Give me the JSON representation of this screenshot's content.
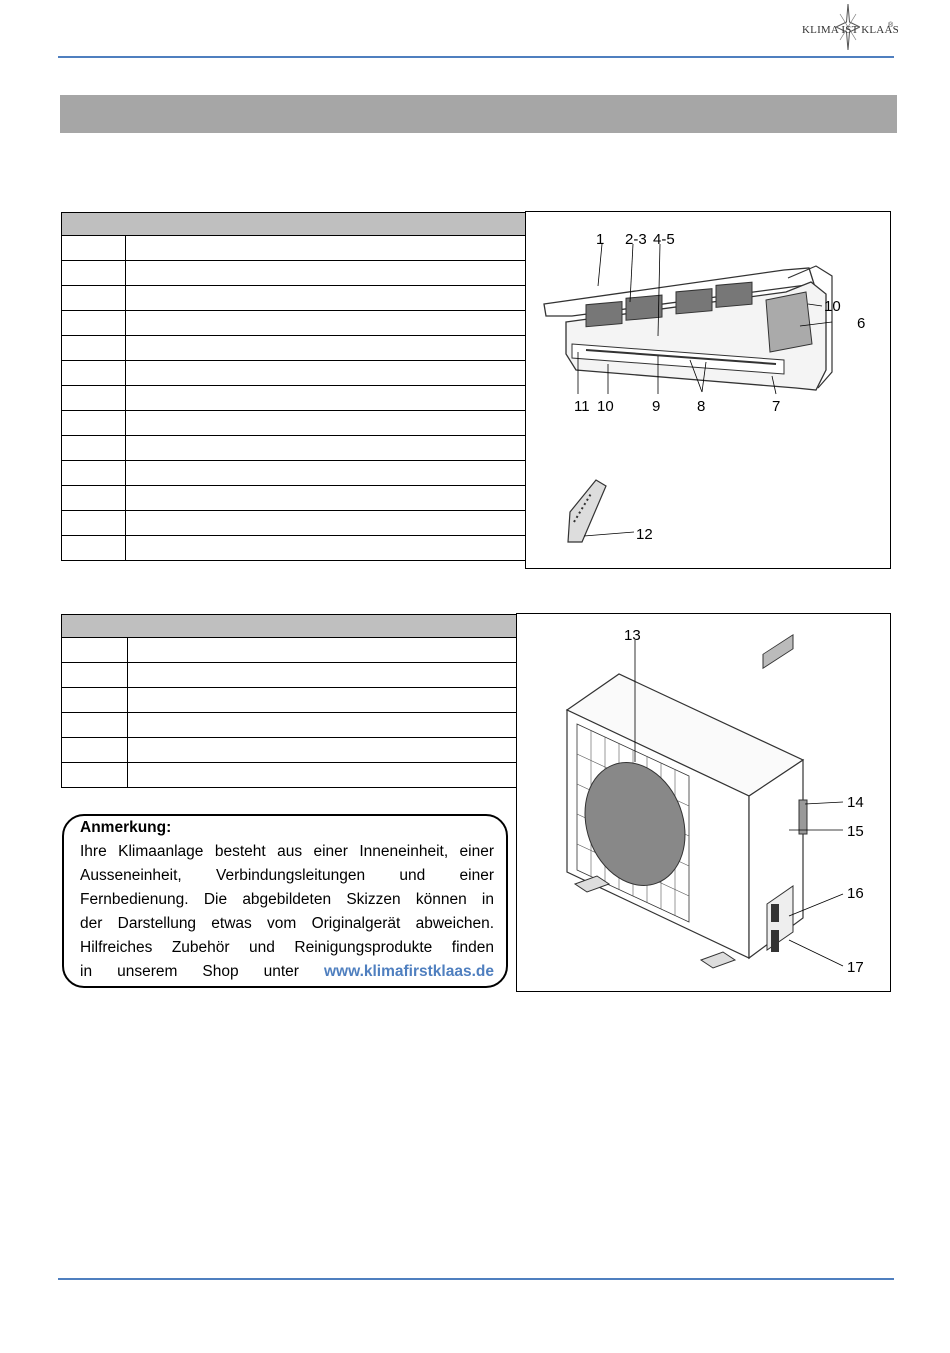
{
  "header": {
    "brand_name": "KLIMA IST KLAAS",
    "brand_mark": "®"
  },
  "indoor_unit": {
    "table_header": "",
    "rows": 13,
    "callouts": {
      "c1": "1",
      "c23": "2-3",
      "c45": "4-5",
      "c10a": "10",
      "c6": "6",
      "c11": "11",
      "c10b": "10",
      "c9": "9",
      "c8": "8",
      "c7": "7",
      "c12": "12"
    }
  },
  "outdoor_unit": {
    "table_header": "",
    "rows": 6,
    "callouts": {
      "c13": "13",
      "c14": "14",
      "c15": "15",
      "c16": "16",
      "c17": "17"
    }
  },
  "note": {
    "title": "Anmerkung:",
    "line1": "Ihre Klimaanlage besteht aus einer Inneneinheit, einer",
    "line2": "Ausseneinheit, Verbindungsleitungen und einer",
    "line3": "Fernbedienung. Die abgebildeten Skizzen können in",
    "line4": "der Darstellung etwas vom Originalgerät abweichen.",
    "line5": "Hilfreiches Zubehör und Reinigungsprodukte finden",
    "line6_prefix": "in unserem Shop unter",
    "link": "www.klimafirstklaas.de"
  },
  "colors": {
    "rule": "#4f7fbf",
    "section_bar": "#a6a6a6",
    "table_header": "#bfbfbf",
    "link": "#4f7fbf"
  }
}
